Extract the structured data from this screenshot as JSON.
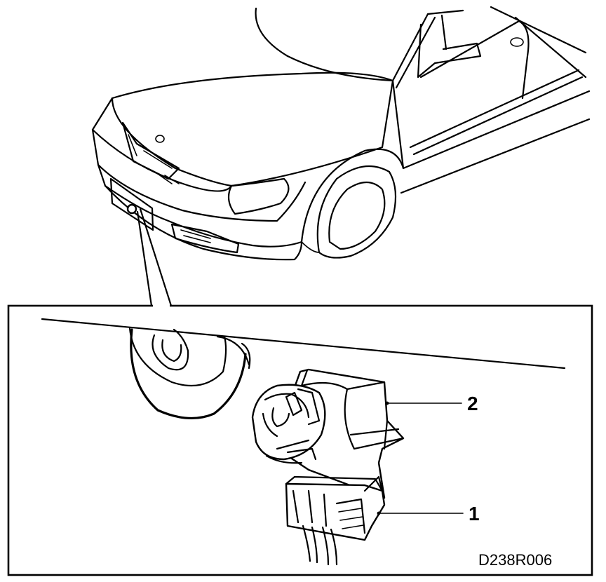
{
  "callouts": [
    {
      "id": "1",
      "label": "1",
      "part": "connector"
    },
    {
      "id": "2",
      "label": "2",
      "part": "sensor-housing"
    }
  ],
  "figure_code": "D238R006"
}
